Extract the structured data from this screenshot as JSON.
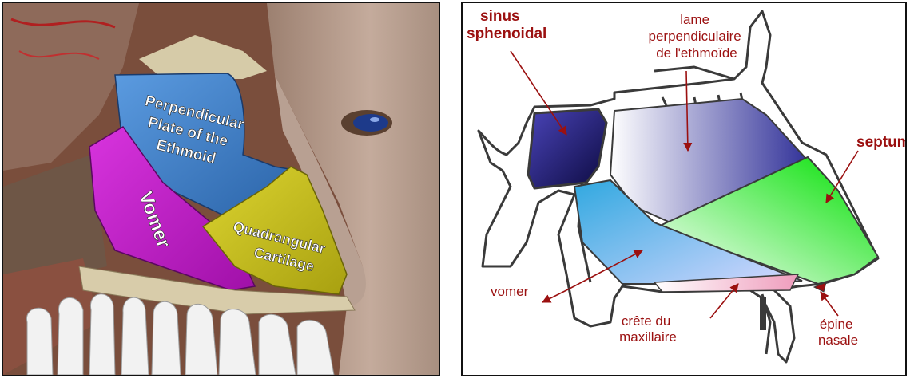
{
  "left_panel": {
    "labels": {
      "ethmoid": [
        "Perpendicular",
        "Plate of the",
        "Ethmoid"
      ],
      "vomer": "Vomer",
      "cartilage": [
        "Quadrangular",
        "Cartilage"
      ]
    },
    "colors": {
      "ethmoid": "#3b7fc4",
      "vomer": "#c21ac8",
      "cartilage": "#c9c21a",
      "skin": "#b49b8c",
      "bone": "#d8ccaa",
      "teeth": "#f2f2f2"
    }
  },
  "right_panel": {
    "labels": {
      "sinus": [
        "sinus",
        "sphenoidal"
      ],
      "lame": [
        "lame",
        "perpendiculaire",
        "de l'ethmoïde"
      ],
      "septum": "septum",
      "vomer": "vomer",
      "crete": [
        "crête du",
        "maxillaire"
      ],
      "epine": [
        "épine",
        "nasale"
      ]
    },
    "colors": {
      "label": "#9b1010",
      "sinus": "#1a1460",
      "lame": "#3b3a98",
      "septum": "#22e022",
      "vomer": "#3aa6e0",
      "crete": "#f0b0c8",
      "outline": "#3a3a3a"
    }
  }
}
